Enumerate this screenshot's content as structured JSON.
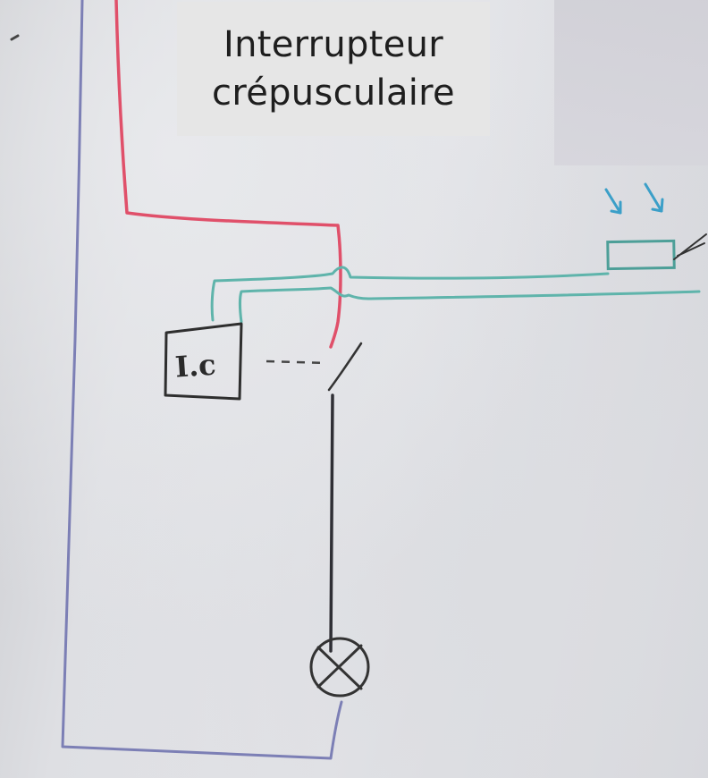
{
  "title": {
    "line1": "Interrupteur",
    "line2": "crépusculaire"
  },
  "module_label": "I.c",
  "colors": {
    "background": "#dfe0e4",
    "title_box": "#e6e6e6",
    "phase_wire": "#e0506a",
    "neutral_wire": "#7c7fb5",
    "sensor_wire": "#5fb4ab",
    "sensor_arrows": "#3b9fc8",
    "ink": "#2a2a2a"
  },
  "components": [
    "module-ic",
    "light-sensor",
    "relay-contact",
    "lamp"
  ]
}
